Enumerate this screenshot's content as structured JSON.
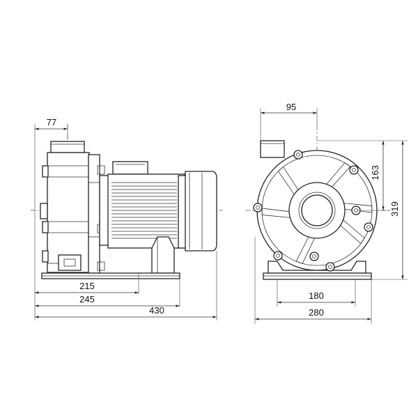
{
  "side_view": {
    "dim_inlet_offset": "77",
    "dim_foot_215": "215",
    "dim_foot_245": "245",
    "dim_overall_length": "430"
  },
  "front_view": {
    "dim_outlet_offset": "95",
    "dim_shaft_height": "163",
    "dim_overall_height": "319",
    "dim_foot_180": "180",
    "dim_foot_280": "280"
  },
  "line_color": "#222222"
}
